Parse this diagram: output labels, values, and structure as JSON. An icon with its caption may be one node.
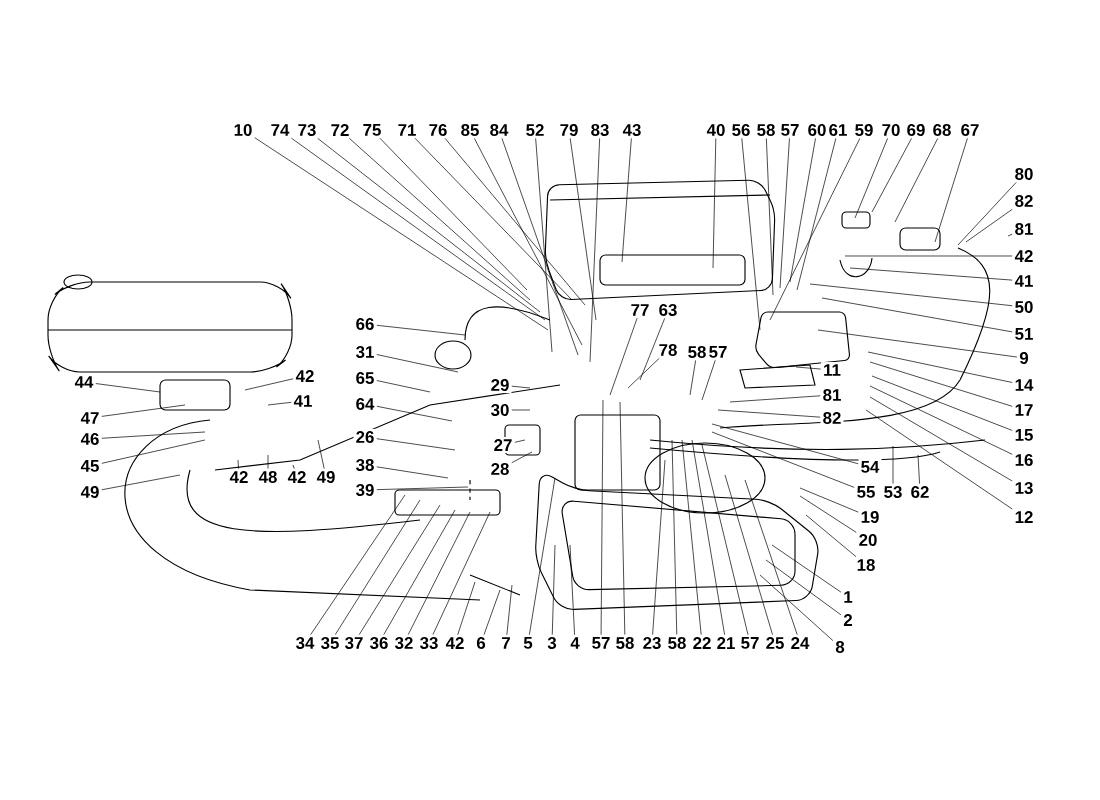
{
  "diagram": {
    "nodes": [
      {
        "text": [
          "10"
        ]
      },
      {
        "text": [
          "74"
        ]
      },
      {
        "text": [
          "73"
        ]
      },
      {
        "text": [
          "72"
        ]
      },
      {
        "text": [
          "75"
        ]
      },
      {
        "text": [
          "71"
        ]
      },
      {
        "text": [
          "76"
        ]
      },
      {
        "text": [
          "85"
        ]
      },
      {
        "text": [
          "84"
        ]
      },
      {
        "text": [
          "52"
        ]
      },
      {
        "text": [
          "79"
        ]
      },
      {
        "text": [
          "83"
        ]
      },
      {
        "text": [
          "43"
        ]
      },
      {
        "text": [
          "40"
        ]
      },
      {
        "text": [
          "56"
        ]
      },
      {
        "text": [
          "58"
        ]
      },
      {
        "text": [
          "57"
        ]
      },
      {
        "text": [
          "60"
        ]
      },
      {
        "text": [
          "61"
        ]
      },
      {
        "text": [
          "59"
        ]
      },
      {
        "text": [
          "70"
        ]
      },
      {
        "text": [
          "69"
        ]
      },
      {
        "text": [
          "68"
        ]
      },
      {
        "text": [
          "67"
        ]
      },
      {
        "text": [
          "80"
        ]
      },
      {
        "text": [
          "82"
        ]
      },
      {
        "text": [
          "81"
        ]
      },
      {
        "text": [
          "42"
        ]
      },
      {
        "text": [
          "41"
        ]
      },
      {
        "text": [
          "50"
        ]
      },
      {
        "text": [
          "51"
        ]
      },
      {
        "text": [
          "9"
        ]
      },
      {
        "text": [
          "14"
        ]
      },
      {
        "text": [
          "17"
        ]
      },
      {
        "text": [
          "15"
        ]
      },
      {
        "text": [
          "16"
        ]
      },
      {
        "text": [
          "13"
        ]
      },
      {
        "text": [
          "12"
        ]
      },
      {
        "text": [
          "11"
        ]
      },
      {
        "text": [
          "81"
        ]
      },
      {
        "text": [
          "82"
        ]
      },
      {
        "text": [
          "54"
        ]
      },
      {
        "text": [
          "55"
        ]
      },
      {
        "text": [
          "53"
        ]
      },
      {
        "text": [
          "62"
        ]
      },
      {
        "text": [
          "19"
        ]
      },
      {
        "text": [
          "20"
        ]
      },
      {
        "text": [
          "18"
        ]
      },
      {
        "text": [
          "1"
        ]
      },
      {
        "text": [
          "2"
        ]
      },
      {
        "text": [
          "8"
        ]
      },
      {
        "text": [
          "77"
        ]
      },
      {
        "text": [
          "63"
        ]
      },
      {
        "text": [
          "78"
        ]
      },
      {
        "text": [
          "58"
        ]
      },
      {
        "text": [
          "57"
        ]
      },
      {
        "text": [
          "66"
        ]
      },
      {
        "text": [
          "31"
        ]
      },
      {
        "text": [
          "65"
        ]
      },
      {
        "text": [
          "29"
        ]
      },
      {
        "text": [
          "30"
        ]
      },
      {
        "text": [
          "64"
        ]
      },
      {
        "text": [
          "27"
        ]
      },
      {
        "text": [
          "26"
        ]
      },
      {
        "text": [
          "28"
        ]
      },
      {
        "text": [
          "38"
        ]
      },
      {
        "text": [
          "39"
        ]
      },
      {
        "text": [
          "44"
        ]
      },
      {
        "text": [
          "47"
        ]
      },
      {
        "text": [
          "46"
        ]
      },
      {
        "text": [
          "45"
        ]
      },
      {
        "text": [
          "49"
        ]
      },
      {
        "text": [
          "42"
        ]
      },
      {
        "text": [
          "41"
        ]
      },
      {
        "text": [
          "42"
        ]
      },
      {
        "text": [
          "48"
        ]
      },
      {
        "text": [
          "42"
        ]
      },
      {
        "text": [
          "49"
        ]
      },
      {
        "text": [
          "34"
        ]
      },
      {
        "text": [
          "35"
        ]
      },
      {
        "text": [
          "37"
        ]
      },
      {
        "text": [
          "36"
        ]
      },
      {
        "text": [
          "32"
        ]
      },
      {
        "text": [
          "33"
        ]
      },
      {
        "text": [
          "42"
        ]
      },
      {
        "text": [
          "6"
        ]
      },
      {
        "text": [
          "7"
        ]
      },
      {
        "text": [
          "5"
        ]
      },
      {
        "text": [
          "3"
        ]
      },
      {
        "text": [
          "4"
        ]
      },
      {
        "text": [
          "57"
        ]
      },
      {
        "text": [
          "58"
        ]
      },
      {
        "text": [
          "23"
        ]
      },
      {
        "text": [
          "58"
        ]
      },
      {
        "text": [
          "22"
        ]
      },
      {
        "text": [
          "21"
        ]
      },
      {
        "text": [
          "57"
        ]
      },
      {
        "text": [
          "25"
        ]
      },
      {
        "text": [
          "24"
        ]
      }
    ],
    "edges": [
      {
        "from": 0,
        "to": null,
        "arrow": "none"
      },
      {
        "from": 1,
        "to": null,
        "arrow": "none"
      },
      {
        "from": 2,
        "to": null,
        "arrow": "none"
      },
      {
        "from": 3,
        "to": null,
        "arrow": "none"
      },
      {
        "from": 4,
        "to": null,
        "arrow": "none"
      },
      {
        "from": 5,
        "to": null,
        "arrow": "none"
      },
      {
        "from": 6,
        "to": null,
        "arrow": "none"
      },
      {
        "from": 7,
        "to": null,
        "arrow": "none"
      },
      {
        "from": 8,
        "to": null,
        "arrow": "none"
      },
      {
        "from": 9,
        "to": null,
        "arrow": "none"
      },
      {
        "from": 10,
        "to": null,
        "arrow": "none"
      },
      {
        "from": 11,
        "to": null,
        "arrow": "none"
      },
      {
        "from": 12,
        "to": null,
        "arrow": "none"
      },
      {
        "from": 13,
        "to": null,
        "arrow": "none"
      },
      {
        "from": 14,
        "to": null,
        "arrow": "none"
      },
      {
        "from": 15,
        "to": null,
        "arrow": "none"
      },
      {
        "from": 16,
        "to": null,
        "arrow": "none"
      },
      {
        "from": 17,
        "to": null,
        "arrow": "none"
      },
      {
        "from": 18,
        "to": null,
        "arrow": "none"
      },
      {
        "from": 19,
        "to": null,
        "arrow": "none"
      },
      {
        "from": 20,
        "to": null,
        "arrow": "none"
      },
      {
        "from": 21,
        "to": null,
        "arrow": "none"
      },
      {
        "from": 22,
        "to": null,
        "arrow": "none"
      },
      {
        "from": 23,
        "to": null,
        "arrow": "none"
      },
      {
        "from": 24,
        "to": null,
        "arrow": "none"
      },
      {
        "from": 25,
        "to": null,
        "arrow": "none"
      },
      {
        "from": 26,
        "to": null,
        "arrow": "none"
      },
      {
        "from": 27,
        "to": null,
        "arrow": "none"
      },
      {
        "from": 28,
        "to": null,
        "arrow": "none"
      },
      {
        "from": 29,
        "to": null,
        "arrow": "none"
      },
      {
        "from": 30,
        "to": null,
        "arrow": "none"
      },
      {
        "from": 31,
        "to": null,
        "arrow": "none"
      },
      {
        "from": 32,
        "to": null,
        "arrow": "none"
      },
      {
        "from": 33,
        "to": null,
        "arrow": "none"
      },
      {
        "from": 34,
        "to": null,
        "arrow": "none"
      },
      {
        "from": 35,
        "to": null,
        "arrow": "none"
      },
      {
        "from": 36,
        "to": null,
        "arrow": "none"
      },
      {
        "from": 37,
        "to": null,
        "arrow": "none"
      },
      {
        "from": 38,
        "to": null,
        "arrow": "none"
      },
      {
        "from": 39,
        "to": null,
        "arrow": "none"
      },
      {
        "from": 40,
        "to": null,
        "arrow": "none"
      },
      {
        "from": 41,
        "to": null,
        "arrow": "none"
      },
      {
        "from": 42,
        "to": null,
        "arrow": "none"
      },
      {
        "from": 43,
        "to": null,
        "arrow": "none"
      },
      {
        "from": 44,
        "to": null,
        "arrow": "none"
      },
      {
        "from": 45,
        "to": null,
        "arrow": "none"
      },
      {
        "from": 46,
        "to": null,
        "arrow": "none"
      },
      {
        "from": 47,
        "to": null,
        "arrow": "none"
      },
      {
        "from": 48,
        "to": null,
        "arrow": "none"
      },
      {
        "from": 49,
        "to": null,
        "arrow": "none"
      },
      {
        "from": 50,
        "to": null,
        "arrow": "none"
      },
      {
        "from": 51,
        "to": null,
        "arrow": "none"
      },
      {
        "from": 52,
        "to": null,
        "arrow": "none"
      },
      {
        "from": 53,
        "to": null,
        "arrow": "none"
      },
      {
        "from": 54,
        "to": null,
        "arrow": "none"
      },
      {
        "from": 55,
        "to": null,
        "arrow": "none"
      },
      {
        "from": 56,
        "to": null,
        "arrow": "none"
      },
      {
        "from": 57,
        "to": null,
        "arrow": "none"
      },
      {
        "from": 58,
        "to": null,
        "arrow": "none"
      },
      {
        "from": 59,
        "to": null,
        "arrow": "none"
      },
      {
        "from": 60,
        "to": null,
        "arrow": "none"
      },
      {
        "from": 61,
        "to": null,
        "arrow": "none"
      },
      {
        "from": 62,
        "to": null,
        "arrow": "none"
      },
      {
        "from": 63,
        "to": null,
        "arrow": "none"
      },
      {
        "from": 64,
        "to": null,
        "arrow": "none"
      },
      {
        "from": 65,
        "to": null,
        "arrow": "none"
      },
      {
        "from": 66,
        "to": null,
        "arrow": "none"
      },
      {
        "from": 67,
        "to": null,
        "arrow": "none"
      },
      {
        "from": 68,
        "to": null,
        "arrow": "none"
      },
      {
        "from": 69,
        "to": null,
        "arrow": "none"
      },
      {
        "from": 70,
        "to": null,
        "arrow": "none"
      },
      {
        "from": 71,
        "to": null,
        "arrow": "none"
      },
      {
        "from": 72,
        "to": null,
        "arrow": "none"
      },
      {
        "from": 73,
        "to": null,
        "arrow": "none"
      },
      {
        "from": 74,
        "to": null,
        "arrow": "none"
      },
      {
        "from": 75,
        "to": null,
        "arrow": "none"
      },
      {
        "from": 76,
        "to": null,
        "arrow": "none"
      },
      {
        "from": 77,
        "to": null,
        "arrow": "none"
      },
      {
        "from": 78,
        "to": null,
        "arrow": "none"
      },
      {
        "from": 79,
        "to": null,
        "arrow": "none"
      },
      {
        "from": 80,
        "to": null,
        "arrow": "none"
      },
      {
        "from": 81,
        "to": null,
        "arrow": "none"
      },
      {
        "from": 82,
        "to": null,
        "arrow": "none"
      },
      {
        "from": 83,
        "to": null,
        "arrow": "none"
      },
      {
        "from": 84,
        "to": null,
        "arrow": "none"
      },
      {
        "from": 85,
        "to": null,
        "arrow": "none"
      },
      {
        "from": 86,
        "to": null,
        "arrow": "none"
      },
      {
        "from": 87,
        "to": null,
        "arrow": "none"
      },
      {
        "from": 88,
        "to": null,
        "arrow": "none"
      },
      {
        "from": 89,
        "to": null,
        "arrow": "none"
      },
      {
        "from": 90,
        "to": null,
        "arrow": "none"
      },
      {
        "from": 91,
        "to": null,
        "arrow": "none"
      },
      {
        "from": 92,
        "to": null,
        "arrow": "none"
      },
      {
        "from": 93,
        "to": null,
        "arrow": "none"
      },
      {
        "from": 94,
        "to": null,
        "arrow": "none"
      },
      {
        "from": 95,
        "to": null,
        "arrow": "none"
      },
      {
        "from": 96,
        "to": null,
        "arrow": "none"
      },
      {
        "from": 97,
        "to": null,
        "arrow": "none"
      },
      {
        "from": 98,
        "to": null,
        "arrow": "none"
      }
    ]
  }
}
